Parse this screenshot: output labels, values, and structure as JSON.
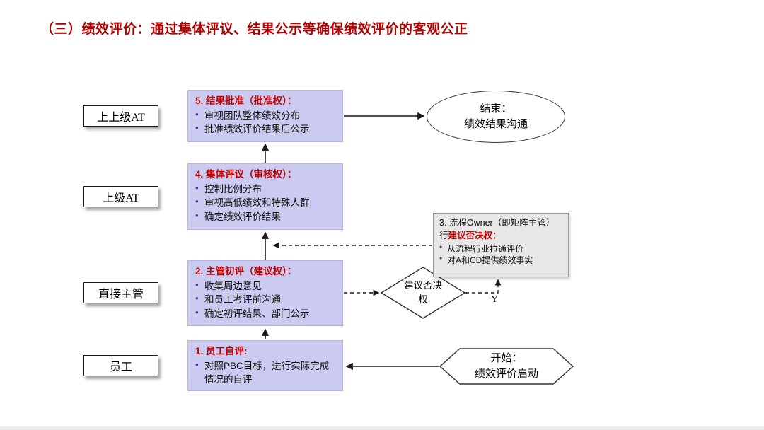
{
  "page": {
    "title": "（三）绩效评价：通过集体评议、结果公示等确保绩效评价的客观公正"
  },
  "roles": [
    {
      "label": "上上级AT"
    },
    {
      "label": "上级AT"
    },
    {
      "label": "直接主管"
    },
    {
      "label": "员工"
    }
  ],
  "steps": [
    {
      "title": "5. 结果批准（批准权）：",
      "bullets": [
        "审视团队整体绩效分布",
        "批准绩效评价结果后公示"
      ]
    },
    {
      "title": "4. 集体评议（审核权）：",
      "bullets": [
        "控制比例分布",
        "审视高低绩效和特殊人群",
        "确定绩效评价结果"
      ]
    },
    {
      "title": "2. 主管初评（建议权）：",
      "bullets": [
        "收集周边意见",
        "和员工考评前沟通",
        "确定初评结果、部门公示"
      ]
    },
    {
      "title": "1. 员工自评:",
      "bullets": [
        "对照PBC目标，进行实际完成情况的自评"
      ]
    }
  ],
  "owner_note": {
    "prefix": "3. 流程Owner（即矩阵主管）行",
    "highlight": "建议否决权：",
    "bullets": [
      "从流程行业拉通评价",
      "对A和CD提供绩效事实"
    ]
  },
  "decision": {
    "line1": "建议否决",
    "line2": "权",
    "yes_label": "Y"
  },
  "terminals": {
    "end": {
      "line1": "结束：",
      "line2": "绩效结果沟通"
    },
    "start": {
      "line1": "开始：",
      "line2": "绩效评价启动"
    }
  },
  "colors": {
    "title_red": "#b00000",
    "step_fill": "#cbcbf1",
    "step_title_red": "#c00000",
    "note_fill": "#e7e7e7",
    "bullet_blue": "#2b2b9e",
    "line_black": "#1a1a1a"
  }
}
